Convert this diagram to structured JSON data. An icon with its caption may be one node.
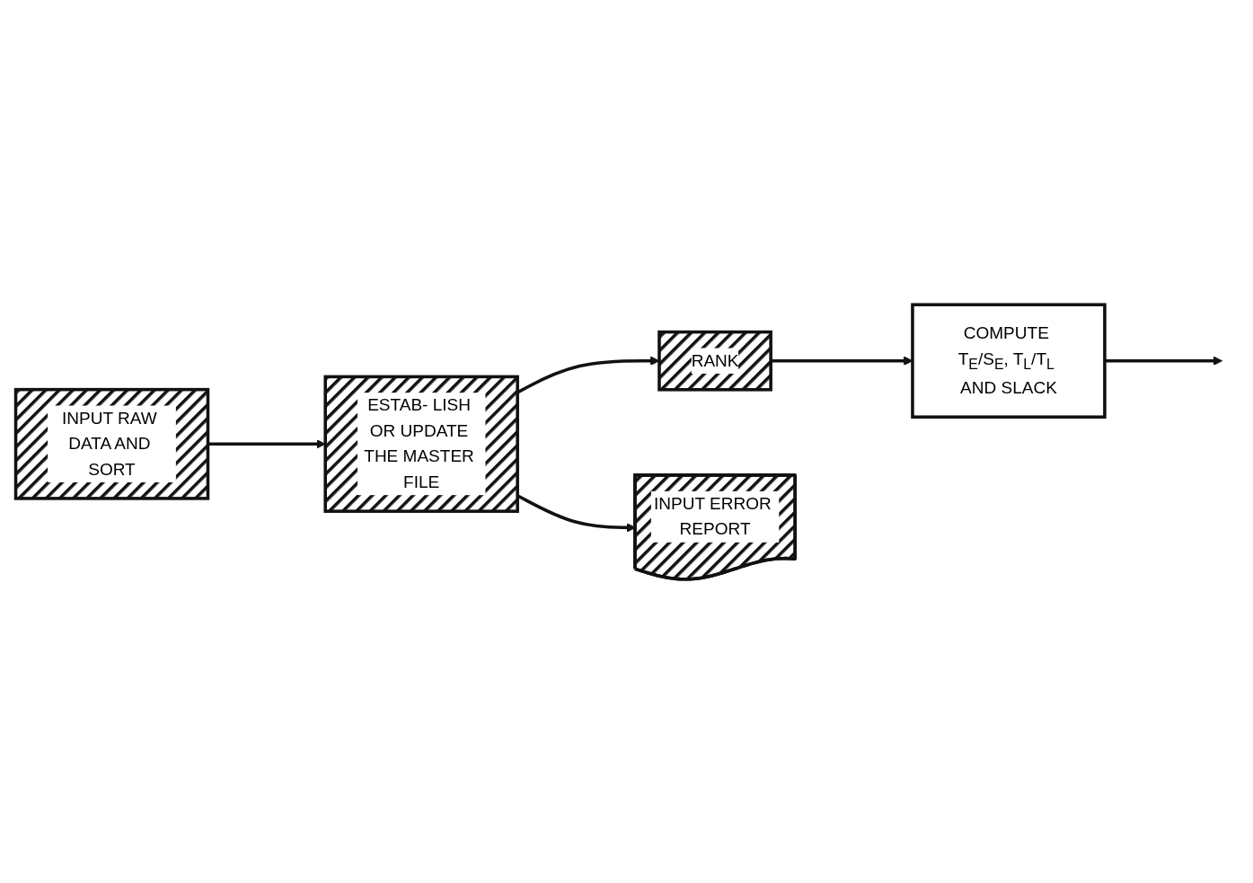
{
  "diagram": {
    "nodes": [
      {
        "text": [
          "INPUT RAW DATA AND SORT"
        ]
      },
      {
        "text": [
          "ESTAB- LISH OR UPDATE THE MASTER FILE"
        ]
      },
      {
        "text": [
          "RANK"
        ]
      },
      {
        "text": [
          "COMPUTE T$_{E}$/S$_{E}$, T$_{L}$/T$_{L}$ AND SLACK"
        ]
      },
      {
        "text": [
          "INPUT ERROR REPORT"
        ]
      }
    ],
    "edges": [
      {
        "from": 0,
        "to": 1,
        "arrow": "to"
      },
      {
        "from": 1,
        "to": 2,
        "arrow": "to"
      },
      {
        "from": 2,
        "to": 3,
        "arrow": "to"
      },
      {
        "from": 3,
        "to": null,
        "arrow": "to"
      },
      {
        "from": 1,
        "to": 4,
        "arrow": "to"
      }
    ]
  }
}
